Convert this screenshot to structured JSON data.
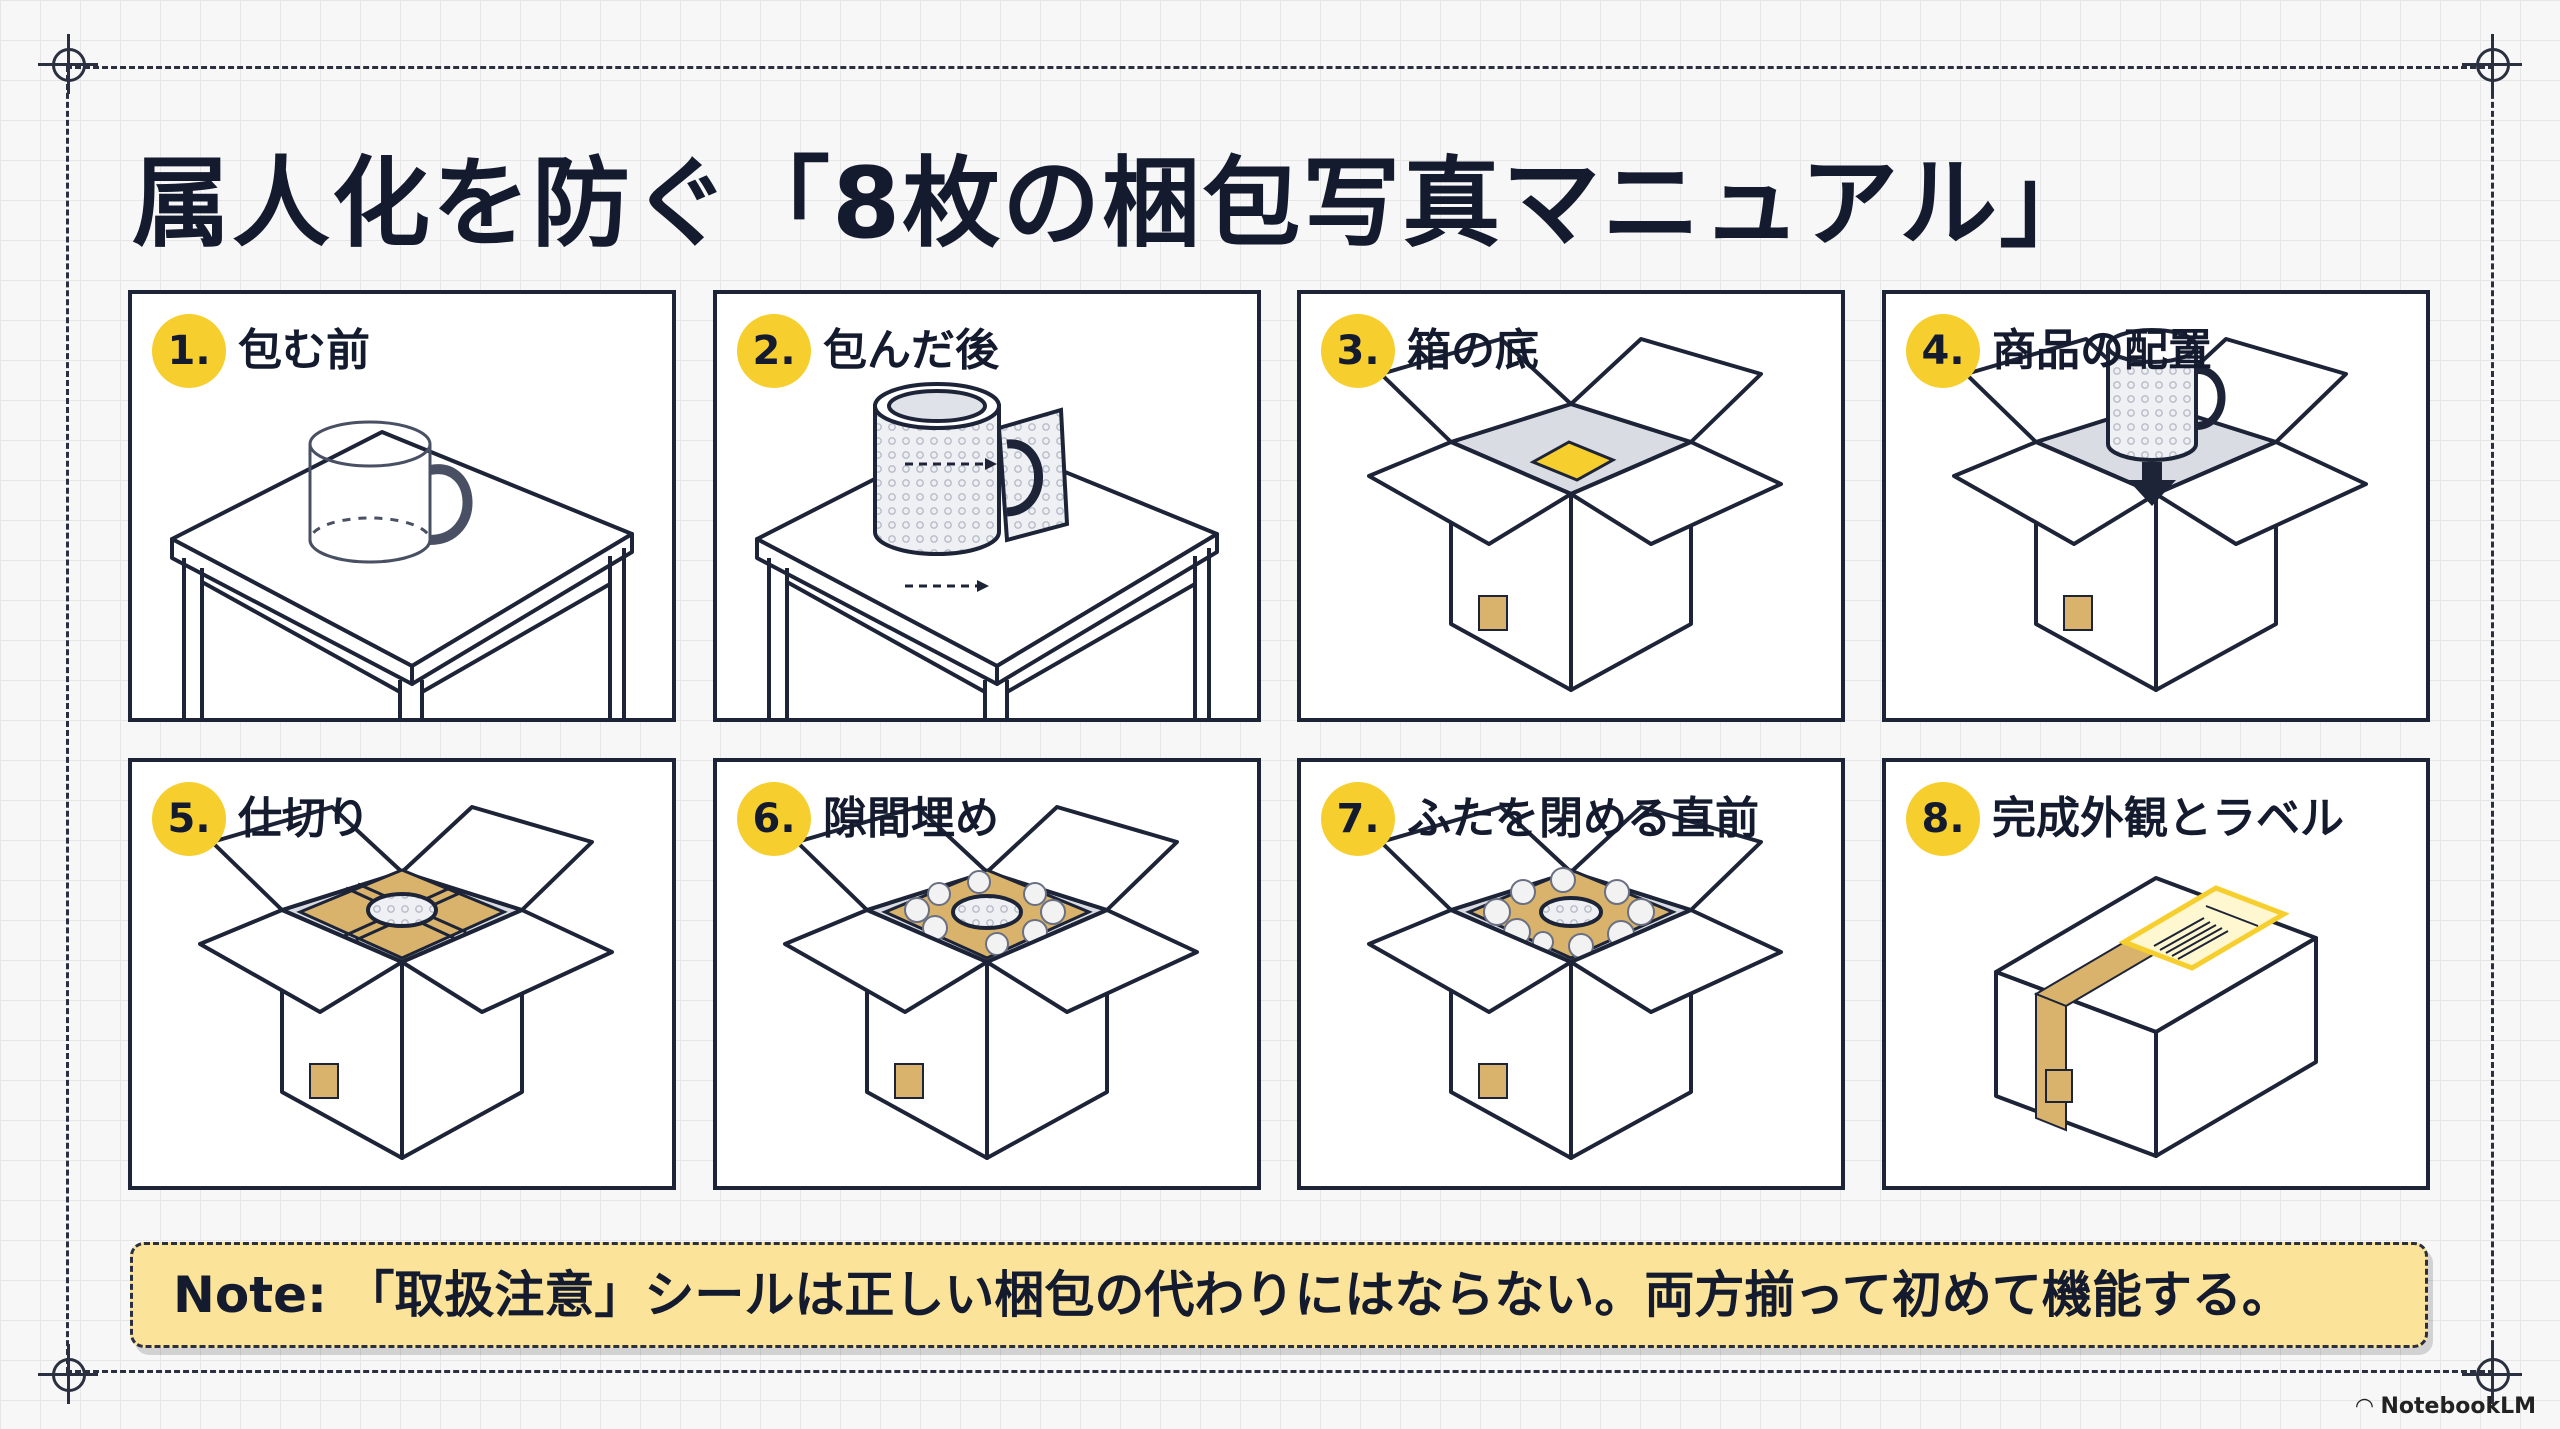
{
  "title": "属人化を防ぐ「8枚の梱包写真マニュアル」",
  "steps": [
    {
      "number": "1.",
      "label": "包む前",
      "icon": "mug-on-table-icon"
    },
    {
      "number": "2.",
      "label": "包んだ後",
      "icon": "wrapped-mug-on-table-icon"
    },
    {
      "number": "3.",
      "label": "箱の底",
      "icon": "box-bottom-cushion-icon"
    },
    {
      "number": "4.",
      "label": "商品の配置",
      "icon": "place-item-in-box-icon"
    },
    {
      "number": "5.",
      "label": "仕切り",
      "icon": "box-divider-icon"
    },
    {
      "number": "6.",
      "label": "隙間埋め",
      "icon": "box-filler-icon"
    },
    {
      "number": "7.",
      "label": "ふたを閉める直前",
      "icon": "box-before-closing-icon"
    },
    {
      "number": "8.",
      "label": "完成外観とラベル",
      "icon": "sealed-box-label-icon"
    }
  ],
  "note": {
    "prefix": "Note:",
    "text": "「取扱注意」シールは正しい梱包の代わりにはならない。両方揃って初めて機能する。"
  },
  "brand": "NotebookLM",
  "colors": {
    "accent": "#f6cf2e",
    "note_bg": "#fbe39a",
    "ink": "#1d2437",
    "cardboard": "#d9b36b"
  }
}
